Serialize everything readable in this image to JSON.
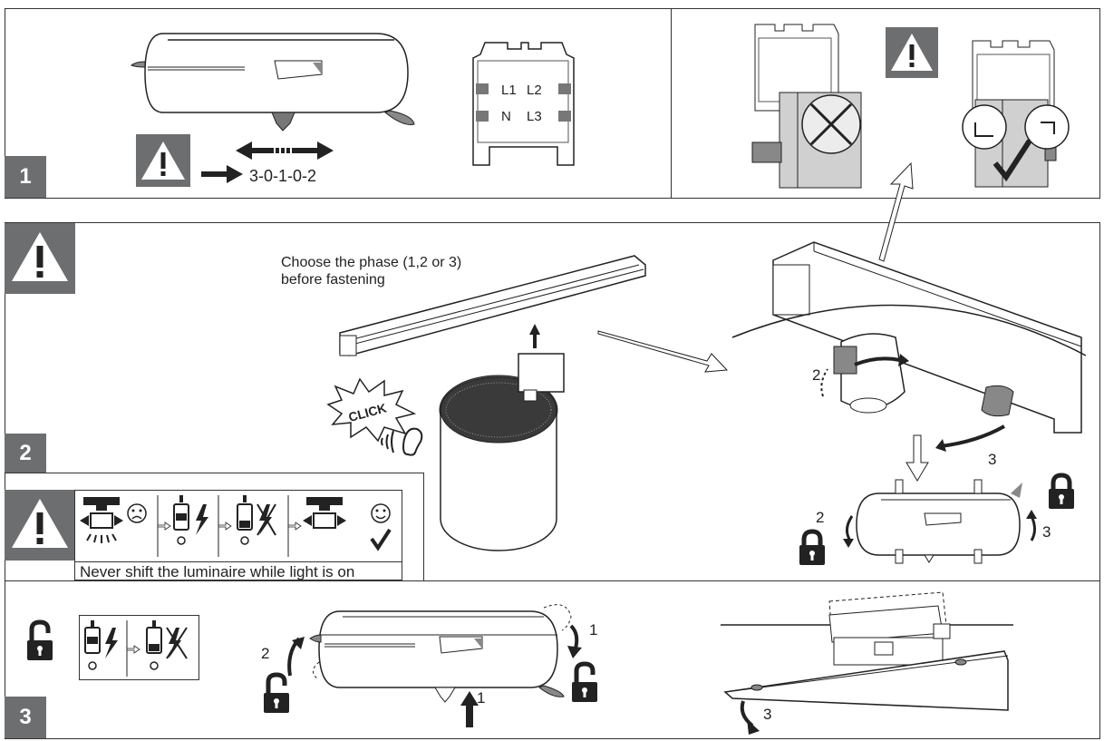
{
  "steps": {
    "one": "1",
    "two": "2",
    "three": "3"
  },
  "panel1": {
    "sequence": "3-0-1-0-2",
    "phase_labels": {
      "l1": "L1",
      "l2": "L2",
      "n": "N",
      "l3": "L3"
    }
  },
  "panel2": {
    "instruction_line1": "Choose  the phase (1,2 or 3)",
    "instruction_line2": "before fastening",
    "click_label": "CLICK",
    "rotation_labels": {
      "a": "2",
      "b": "3",
      "c": "2",
      "d": "3"
    }
  },
  "caution": {
    "text": "Never shift the luminaire while light is on"
  },
  "panel3": {
    "rotation_labels": {
      "a": "2",
      "b": "1",
      "c": "1",
      "d": "3"
    }
  },
  "icons": [
    "warning-icon",
    "lock-icon",
    "unlock-icon",
    "check-icon",
    "cross-icon",
    "smiley-sad-icon",
    "smiley-happy-icon",
    "ear-icon"
  ]
}
